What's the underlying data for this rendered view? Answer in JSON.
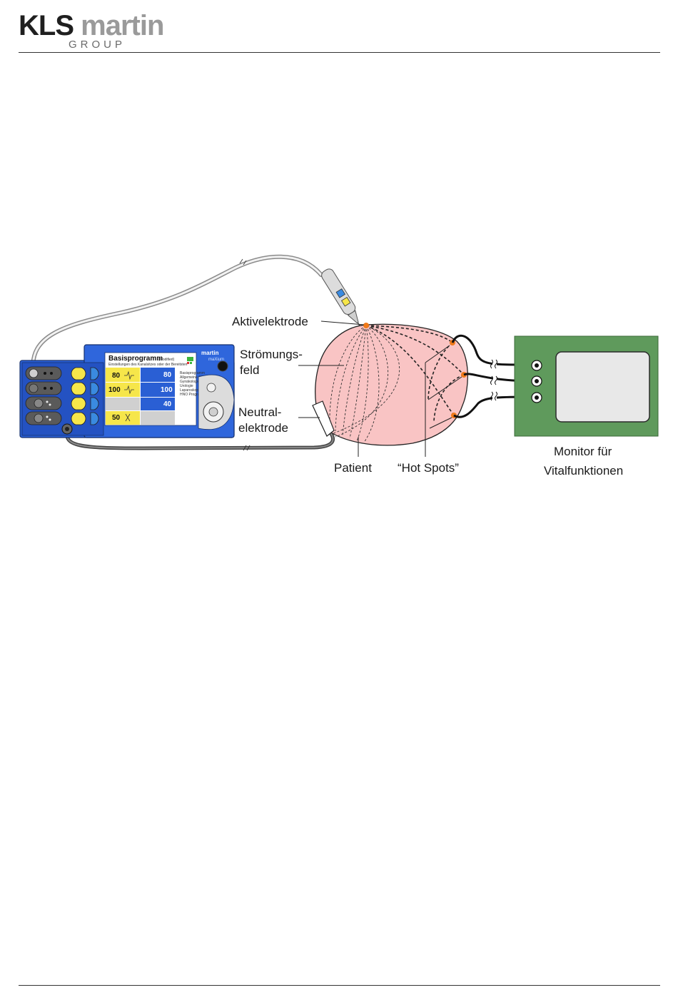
{
  "header": {
    "logo_primary": "KLS",
    "logo_secondary": "martin",
    "logo_group": "GROUP"
  },
  "diagram": {
    "labels": {
      "active_electrode": "Aktivelektrode",
      "current_field_line1": "Strömungs-",
      "current_field_line2": "feld",
      "neutral_line1": "Neutral-",
      "neutral_line2": "elektrode",
      "patient": "Patient",
      "hot_spots": "“Hot Spots”",
      "monitor_line1": "Monitor für",
      "monitor_line2": "Vitalfunktionen"
    },
    "generator_screen": {
      "title": "Basisprogramm",
      "subtitle": "Einstellungen des Kanalsitzes oder der Bereitsten",
      "mode_tag": "(modified)",
      "values": [
        "80",
        "100",
        "50",
        "80",
        "100",
        "40"
      ],
      "brand": "maXium",
      "menu_items": [
        "Basisprogramm",
        "Allgemeine Chirurgie",
        "Gynäkologie",
        "Urologie",
        "Laparoskopie",
        "HNO Programm"
      ]
    },
    "colors": {
      "generator_blue": "#2a5fd4",
      "patient_fill": "#f9c4c4",
      "monitor_green": "#5f9a5c",
      "hot_spot": "#f07a1a",
      "button_yellow": "#f6e64a"
    }
  }
}
